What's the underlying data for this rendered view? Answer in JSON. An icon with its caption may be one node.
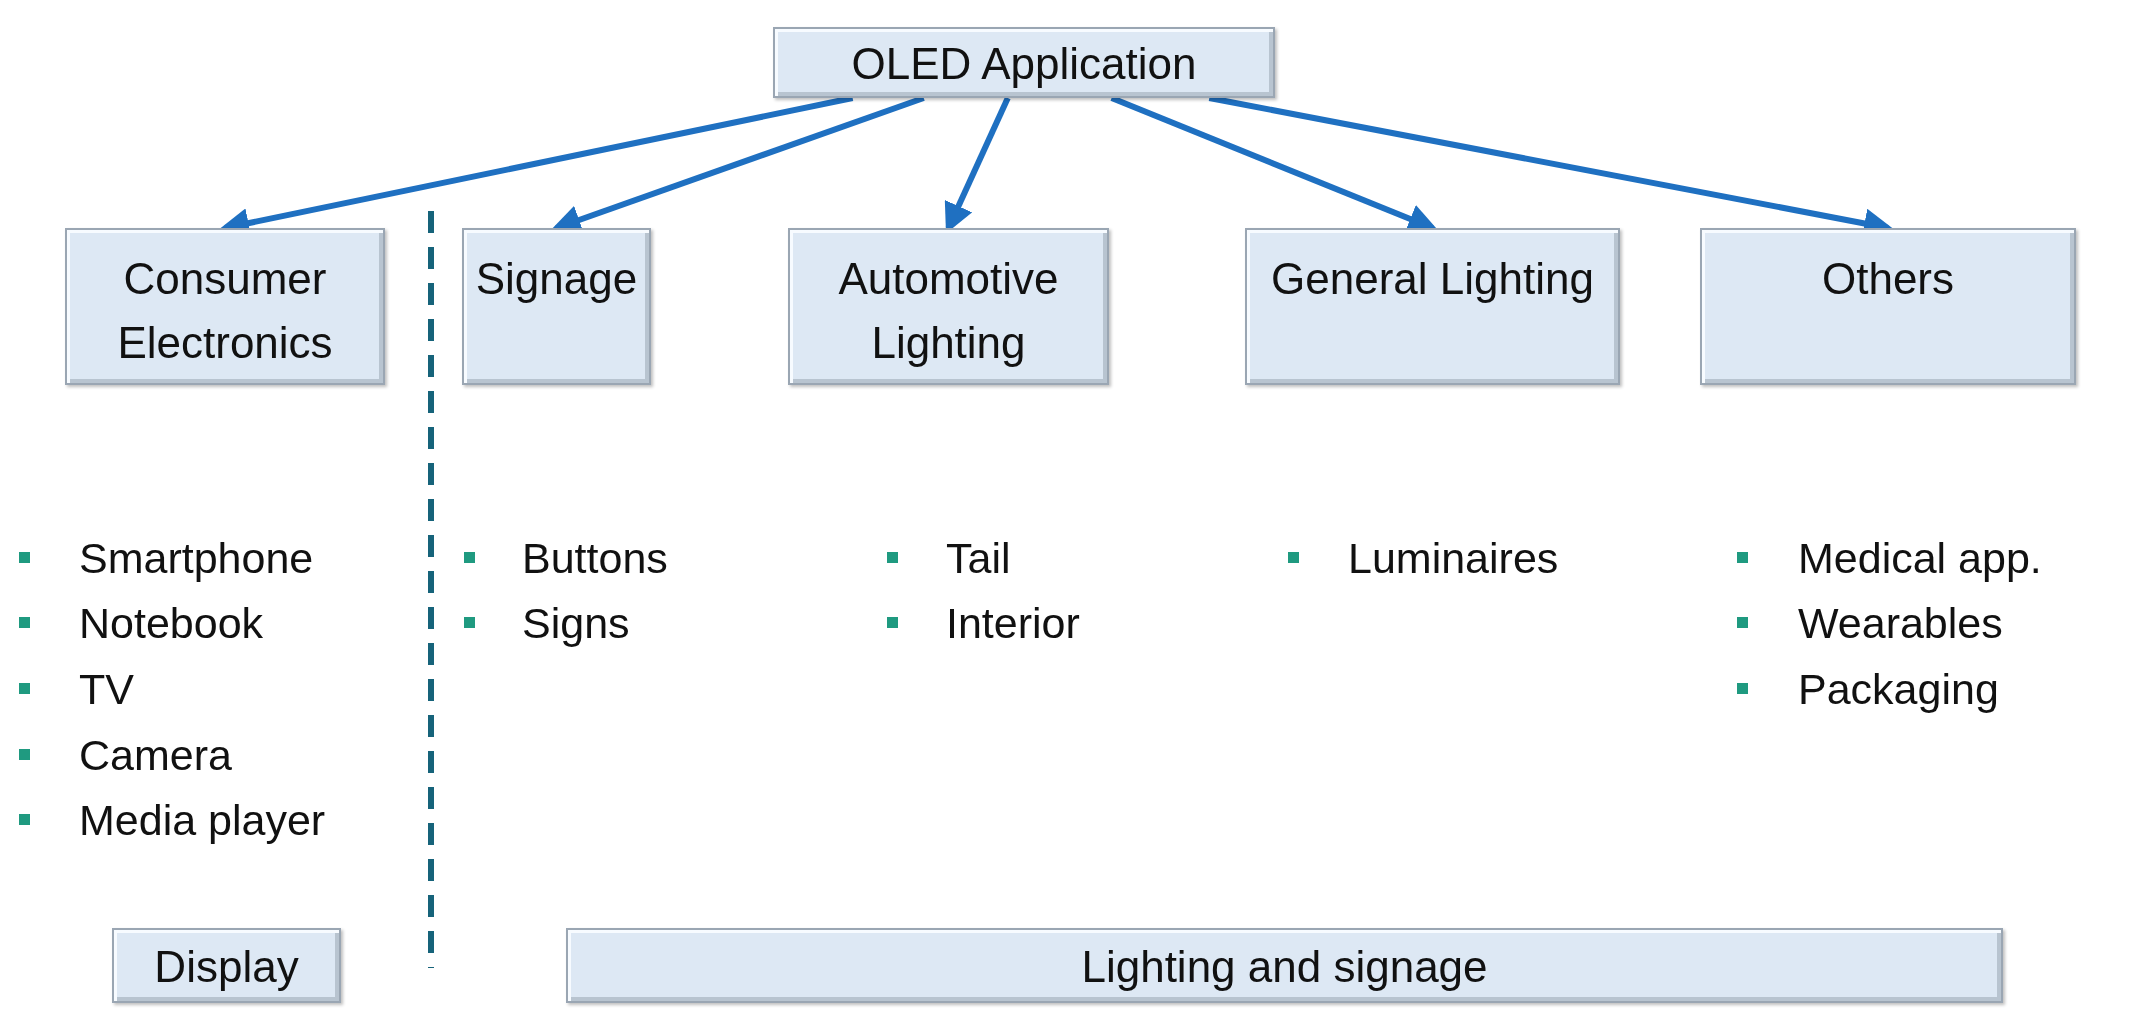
{
  "diagram": {
    "nodes": [
      {
        "text": [
          "OLED Application"
        ]
      },
      {
        "text": [
          "Consumer Electronics"
        ]
      },
      {
        "text": [
          "Signage"
        ]
      },
      {
        "text": [
          "Automotive Lighting"
        ]
      },
      {
        "text": [
          "General Lighting"
        ]
      },
      {
        "text": [
          "Others"
        ]
      },
      {
        "text": [
          "Display"
        ]
      },
      {
        "text": [
          "Lighting and signage"
        ]
      }
    ],
    "edges": [
      {
        "from": 0,
        "to": 1,
        "arrow": "to"
      },
      {
        "from": 0,
        "to": 2,
        "arrow": "to"
      },
      {
        "from": 0,
        "to": 3,
        "arrow": "to"
      },
      {
        "from": 0,
        "to": 4,
        "arrow": "to"
      },
      {
        "from": 0,
        "to": 5,
        "arrow": "to"
      }
    ],
    "labels": [
      "Smartphone",
      "Notebook",
      "TV",
      "Camera",
      "Media player",
      "Buttons",
      "Signs",
      "Tail",
      "Interior",
      "Luminaires",
      "Medical app.",
      "Wearables",
      "Packaging"
    ]
  }
}
